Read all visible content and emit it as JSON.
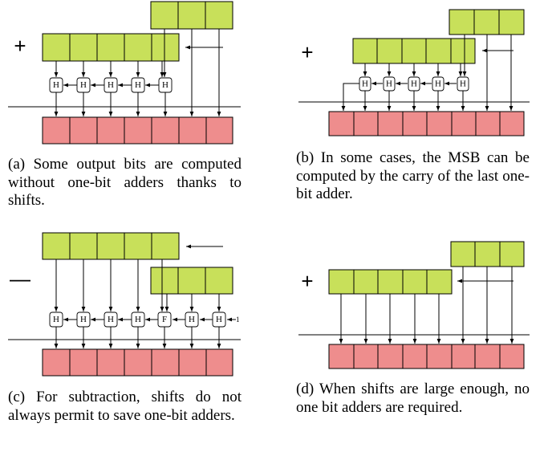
{
  "panels": [
    {
      "id": "a",
      "operation": "+",
      "caption": "(a) Some output bits are computed without one-bit adders thanks to shifts.",
      "gates": [
        "H",
        "H",
        "H",
        "H",
        "H"
      ]
    },
    {
      "id": "b",
      "operation": "+",
      "caption": "(b) In some cases, the MSB can be computed by the carry of the last one-bit adder.",
      "gates": [
        "H",
        "H",
        "H",
        "H",
        "H"
      ]
    },
    {
      "id": "c",
      "operation": "—",
      "caption": "(c) For subtraction, shifts do not always permit to save one-bit adders.",
      "gates": [
        "H",
        "H",
        "H",
        "H",
        "F",
        "H",
        "H"
      ],
      "carry_in": "1"
    },
    {
      "id": "d",
      "operation": "+",
      "caption": "(d) When shifts are large enough, no one bit adders are required.",
      "gates": []
    }
  ],
  "colors": {
    "operand": "#c8e05a",
    "result": "#ee8d8d"
  }
}
